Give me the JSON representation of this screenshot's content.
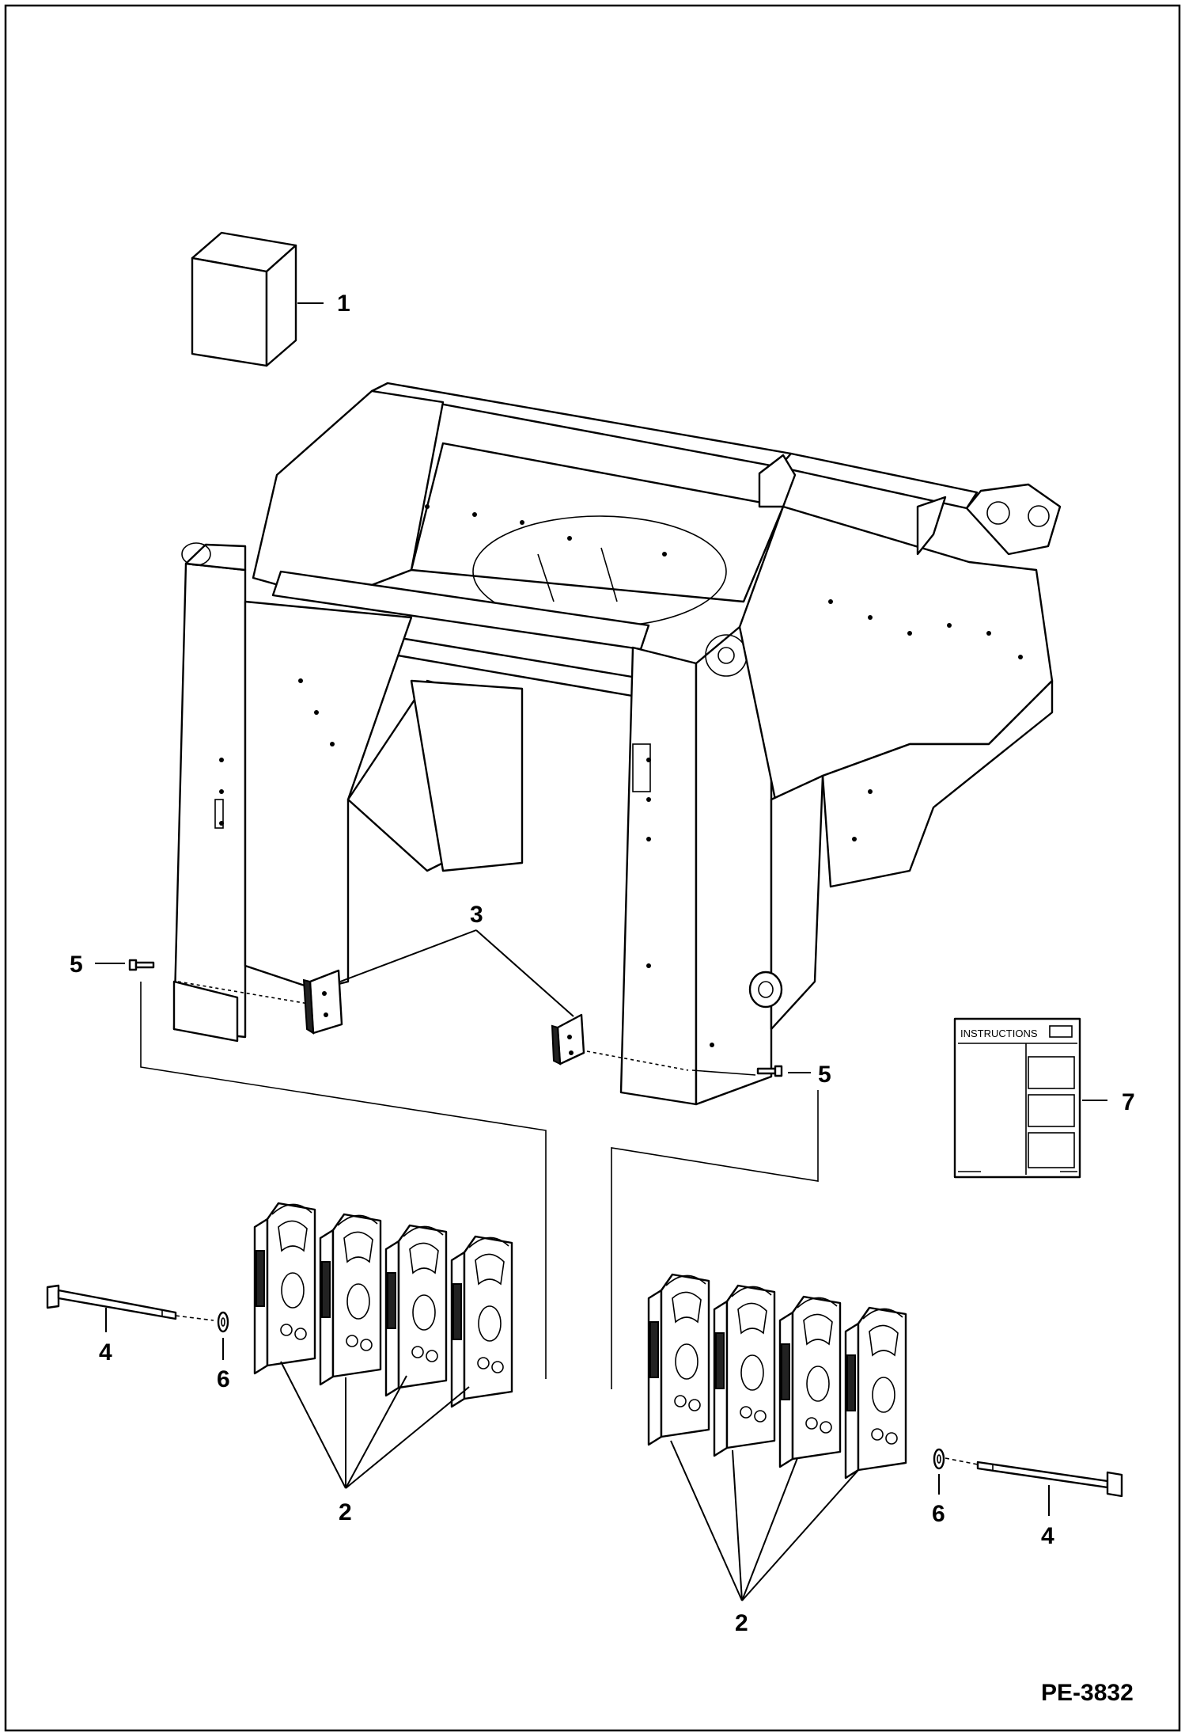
{
  "figure": {
    "reference_code": "PE-3832"
  },
  "callouts": {
    "c1": "1",
    "c2_left": "2",
    "c2_right": "2",
    "c3": "3",
    "c4_left": "4",
    "c4_right": "4",
    "c5_left": "5",
    "c5_right": "5",
    "c6_left": "6",
    "c6_right": "6",
    "c7": "7"
  },
  "instruction_sheet": {
    "title": "INSTRUCTIONS"
  }
}
